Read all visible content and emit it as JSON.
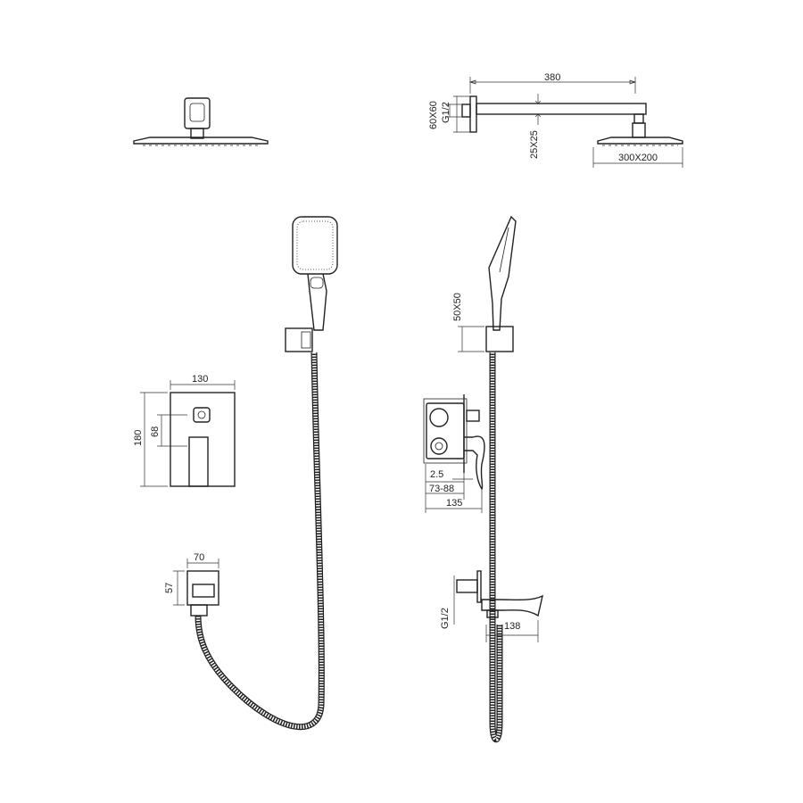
{
  "dimensions": {
    "arm_length": "380",
    "flange_size": "60X60",
    "arm_thread": "G1/2",
    "arm_section": "25X25",
    "head_size": "300X200",
    "holder_size": "50X50",
    "mixer_width": "130",
    "mixer_height": "180",
    "mixer_knob_offset": "68",
    "plate_gap": "2.5",
    "install_depth": "73-88",
    "mixer_depth": "135",
    "outlet_width": "70",
    "outlet_height": "57",
    "spout_thread": "G1/2",
    "spout_length": "138"
  },
  "colors": {
    "line": "#222222",
    "background": "#ffffff"
  }
}
